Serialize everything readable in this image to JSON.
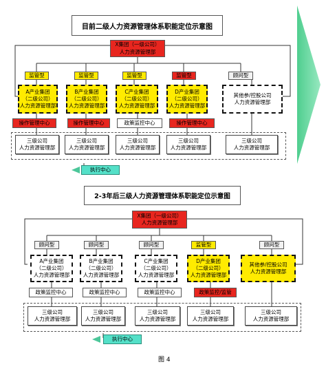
{
  "top": {
    "title": "目前二级人力资源管理体系职能定位示意图",
    "group_box": "X集团（一级公司）\n人力资源管理部",
    "roles": [
      "监管型",
      "监管型",
      "监管型",
      "监管型",
      "顾问型"
    ],
    "subsidiaries": [
      "A产业集团\n（二级公司）\n人力资源管理部",
      "B产业集团\n（二级公司）\n人力资源管理部",
      "C产业集团\n（二级公司）\n人力资源管理部",
      "D产业集团\n（二级公司）\n人力资源管理部",
      "其他参/控股公司\n人力资源管理部"
    ],
    "centers": [
      "操作管理中心",
      "操作管理中心",
      "政策监控中心",
      "操作管理中心"
    ],
    "third_level": [
      "三级公司\n人力资源管理部",
      "三级公司\n人力资源管理部",
      "三级公司\n人力资源管理部",
      "三级公司\n人力资源管理部",
      "三级公司\n人力资源管理部"
    ],
    "exec_center": "执行中心"
  },
  "bottom": {
    "title": "2-3年后三级人力资源管理体系职能定位示意图",
    "group_box": "X集团（一级公司）\n人力资源管理部",
    "roles": [
      "顾问型",
      "顾问型",
      "顾问型",
      "监管型",
      "顾问型"
    ],
    "subsidiaries": [
      "A产业集团\n（二级公司）\n人力资源管理部",
      "B产业集团\n（二级公司）\n人力资源管理部",
      "C产业集团\n（二级公司）\n人力资源管理部",
      "D产业集团\n（二级公司）\n人力资源管理部",
      "其他参/控股公司\n人力资源管理部"
    ],
    "centers": [
      "政策监控中心",
      "政策监控中心",
      "政策监控中心",
      "政策监控/监管"
    ],
    "third_level": [
      "三级公司\n人力资源管理部",
      "三级公司\n人力资源管理部",
      "三级公司\n人力资源管理部",
      "三级公司\n人力资源管理部",
      "三级公司\n人力资源管理部"
    ],
    "exec_center": "执行中心"
  },
  "caption": "图 4",
  "colors": {
    "red": "#e8261f",
    "yellow": "#ffeb00",
    "cyan": "#54e0c8",
    "arrow": "#4cc79a"
  }
}
